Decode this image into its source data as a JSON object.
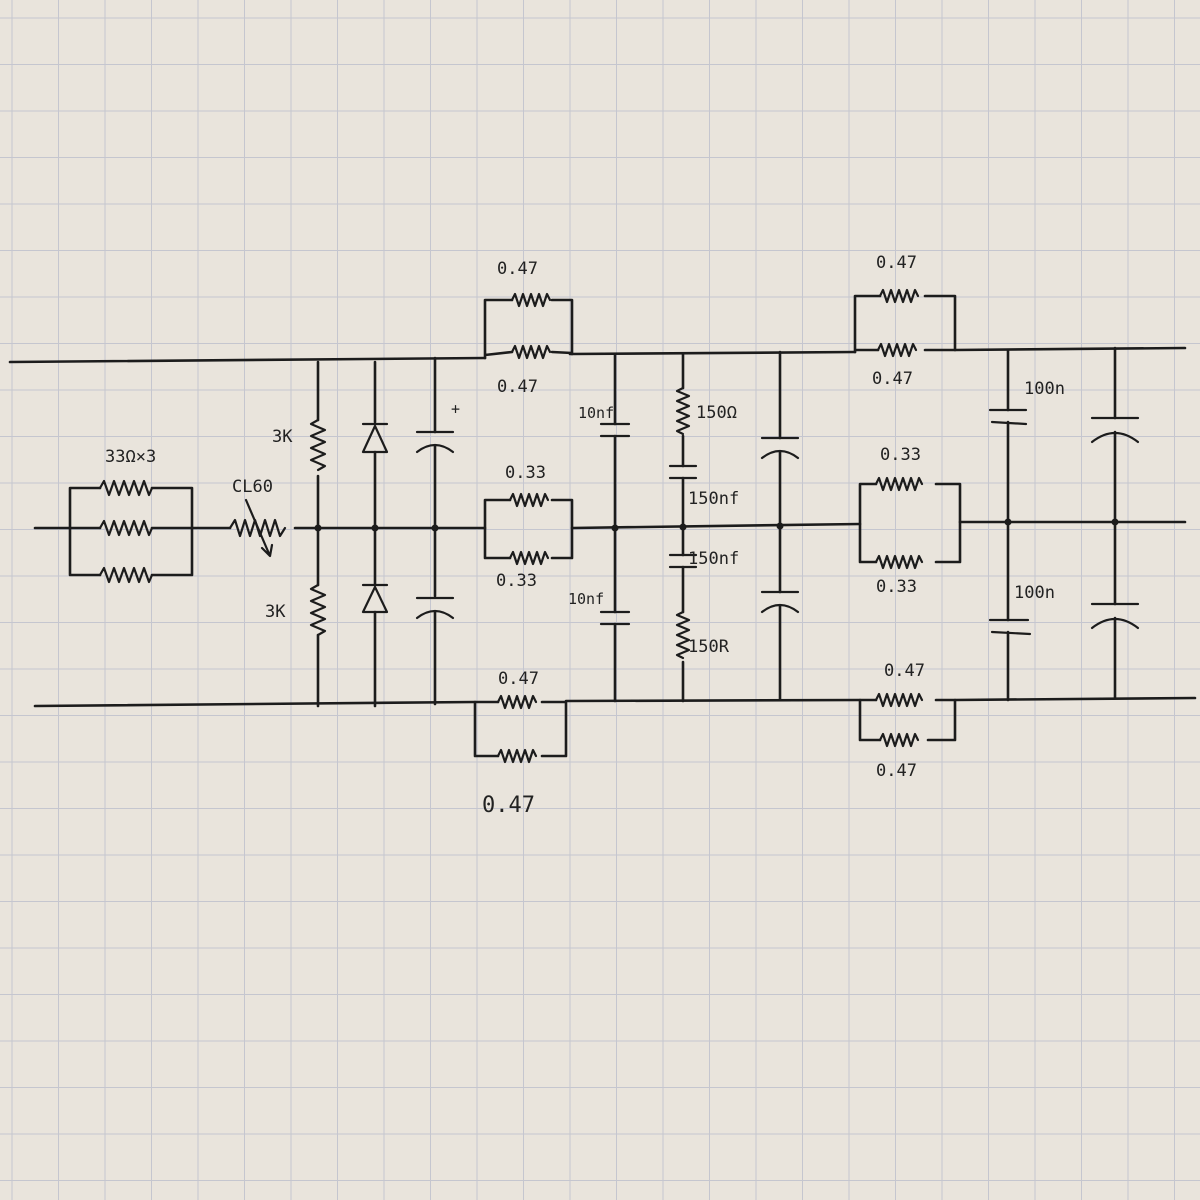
{
  "labels": {
    "in_resistors": "33Ω×3",
    "thermistor": "CL60",
    "bleed_top": "3K",
    "bleed_bottom": "3K",
    "cap_polarity": "+",
    "top_left_r_upper": "0.47",
    "top_left_r_lower": "0.47",
    "mid_left_r_upper": "0.33",
    "mid_left_r_lower": "0.33",
    "bot_left_r_upper": "0.47",
    "bot_left_r_lower": "0.47",
    "film_cap_top": "10nf",
    "film_cap_bottom": "10nf",
    "snubber_r_top": "150Ω",
    "snubber_c_top": "150nf",
    "snubber_c_bottom": "150nf",
    "snubber_r_bottom": "150R",
    "top_right_r_upper": "0.47",
    "top_right_r_lower": "0.47",
    "mid_right_r_upper": "0.33",
    "mid_right_r_lower": "0.33",
    "bot_right_r_upper": "0.47",
    "bot_right_r_lower": "0.47",
    "cap_right_top": "100n",
    "cap_right_bottom": "100n"
  }
}
